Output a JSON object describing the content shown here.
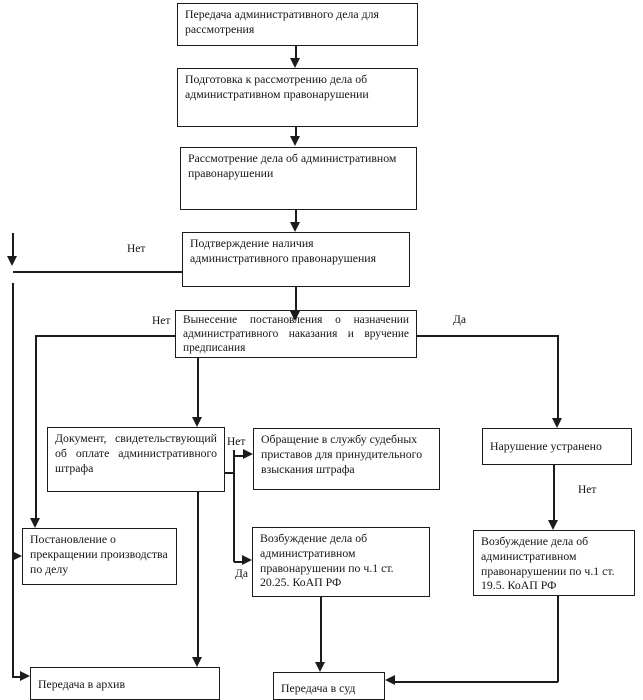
{
  "diagram": {
    "type": "flowchart",
    "language": "ru",
    "colors": {
      "background": "#ffffff",
      "line": "#1c1c1c",
      "box_fill": "#ffffff",
      "text": "#151515"
    }
  },
  "nodes": {
    "transfer_case": "Передача административного дела для рассмотрения",
    "preparation": "Подготовка к рассмотрению дела об административном правонарушении",
    "consideration": "Рассмотрение дела об административном правонарушении",
    "confirmation": "Подтверждение наличия административного правонарушения",
    "ruling": "Вынесение постановления о назначении административного наказания и вручение предписания",
    "payment_document": "Документ, свидетельствующий об оплате административного штрафа",
    "bailiffs": "Обращение в службу судебных приставов для принудительного взыскания штрафа",
    "violation_fixed": "Нарушение устранено",
    "termination": "Постановление о прекращении производства по делу",
    "case_2025": "Возбуждение дела об административном правонарушении по ч.1 ст. 20.25. КоАП РФ",
    "case_195": "Возбуждение дела об административном правонарушении по ч.1 ст. 19.5. КоАП РФ",
    "archive": "Передача в архив",
    "court": "Передача в суд"
  },
  "labels": {
    "no_confirmation": "Нет",
    "no_ruling": "Нет",
    "yes_ruling": "Да",
    "no_payment": "Нет",
    "yes_payment": "Да",
    "no_fixed": "Нет"
  },
  "edges": [
    {
      "from": "transfer_case",
      "to": "preparation",
      "label": ""
    },
    {
      "from": "preparation",
      "to": "consideration",
      "label": ""
    },
    {
      "from": "consideration",
      "to": "confirmation",
      "label": ""
    },
    {
      "from": "confirmation",
      "to": "ruling",
      "label": ""
    },
    {
      "from": "confirmation",
      "to": "termination",
      "label": "Нет"
    },
    {
      "from": "ruling",
      "to": "termination",
      "label": "Нет"
    },
    {
      "from": "ruling",
      "to": "violation_fixed",
      "label": "Да"
    },
    {
      "from": "ruling",
      "to": "payment_document",
      "label": ""
    },
    {
      "from": "payment_document",
      "to": "bailiffs",
      "label": "Нет"
    },
    {
      "from": "payment_document",
      "to": "case_2025",
      "label": "Да"
    },
    {
      "from": "payment_document",
      "to": "archive",
      "label": ""
    },
    {
      "from": "violation_fixed",
      "to": "case_195",
      "label": "Нет"
    },
    {
      "from": "termination",
      "to": "archive",
      "label": ""
    },
    {
      "from": "case_2025",
      "to": "court",
      "label": ""
    },
    {
      "from": "case_195",
      "to": "court",
      "label": ""
    }
  ]
}
